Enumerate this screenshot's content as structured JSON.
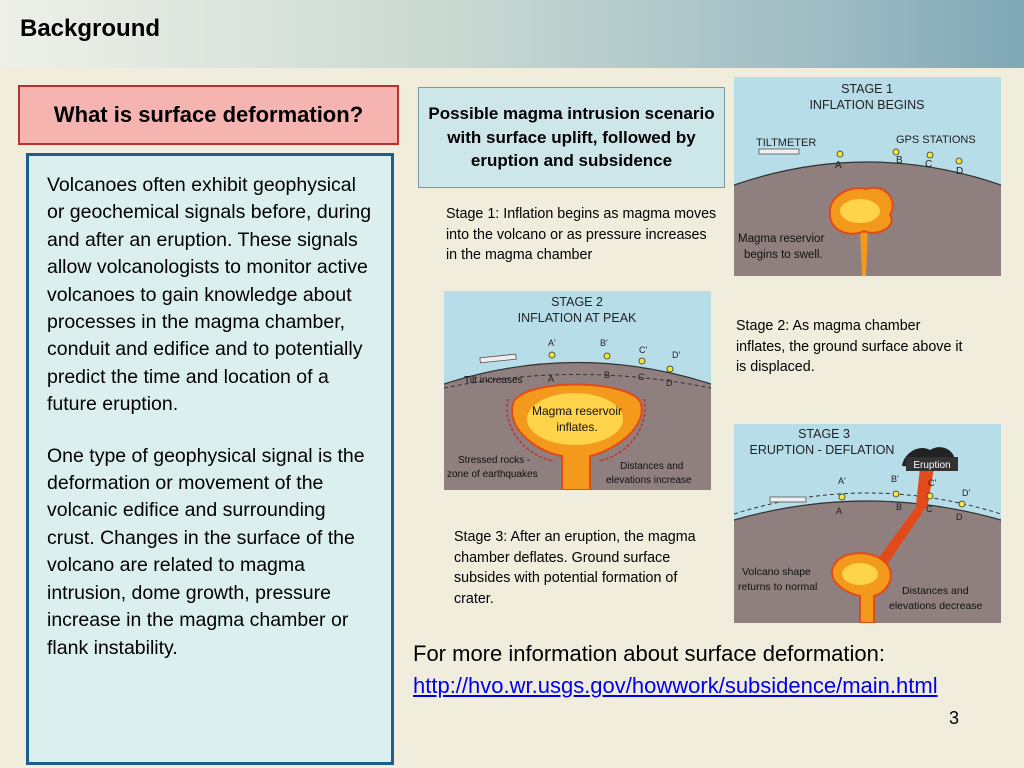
{
  "header": {
    "title": "Background"
  },
  "question": "What is surface deformation?",
  "body_paragraphs": [
    "Volcanoes often exhibit geophysical or geochemical signals before, during and after an eruption. These signals allow volcanologists to monitor active volcanoes to gain knowledge about processes in the magma chamber, conduit and edifice and to potentially predict the time and location of a future eruption.",
    "One type of geophysical signal is the deformation or movement of the volcanic edifice and surrounding crust. Changes in the surface of the volcano are related to magma intrusion, dome growth, pressure increase in the magma chamber or flank instability."
  ],
  "caption": "Possible magma intrusion scenario with surface uplift, followed by eruption and subsidence",
  "stages": [
    {
      "description": "Stage 1: Inflation begins as magma moves into the volcano or as pressure increases in the magma chamber",
      "diagram": {
        "title_line1": "STAGE 1",
        "title_line2": "INFLATION BEGINS",
        "labels": [
          "TILTMETER",
          "GPS STATIONS",
          "A",
          "B",
          "C",
          "D",
          "Magma reservior",
          "begins to swell."
        ]
      }
    },
    {
      "description": "Stage 2: As magma chamber inflates, the ground surface above it is displaced.",
      "diagram": {
        "title_line1": "STAGE 2",
        "title_line2": "INFLATION AT PEAK",
        "labels": [
          "A'",
          "B'",
          "C'",
          "D'",
          "A",
          "B",
          "C",
          "D",
          "Tilt increases",
          "Magma reservoir",
          "inflates.",
          "Stressed rocks -",
          "zone of earthquakes",
          "Distances and",
          "elevations increase"
        ]
      }
    },
    {
      "description": "Stage 3: After an eruption, the magma chamber deflates. Ground surface subsides with potential formation of crater.",
      "diagram": {
        "title_line1": "STAGE 3",
        "title_line2": "ERUPTION - DEFLATION",
        "labels": [
          "Eruption",
          "A'",
          "B'",
          "C'",
          "D'",
          "A",
          "B",
          "C",
          "D",
          "Volcano shape",
          "returns to normal",
          "Distances and",
          "elevations decrease"
        ]
      }
    }
  ],
  "more_info": {
    "text": "For more information about surface deformation:",
    "link": "http://hvo.wr.usgs.gov/howwork/subsidence/main.html"
  },
  "page_number": "3",
  "colors": {
    "question_fill": "#f6b4b0",
    "question_border": "#b8322e",
    "text_box_fill": "#dcefef",
    "text_box_border": "#1f5d8f",
    "caption_fill": "#cde6ea",
    "sky": "#b7dde9",
    "ground": "#8f7f7f",
    "magma": "#f39a1c",
    "link": "#0000ee"
  }
}
